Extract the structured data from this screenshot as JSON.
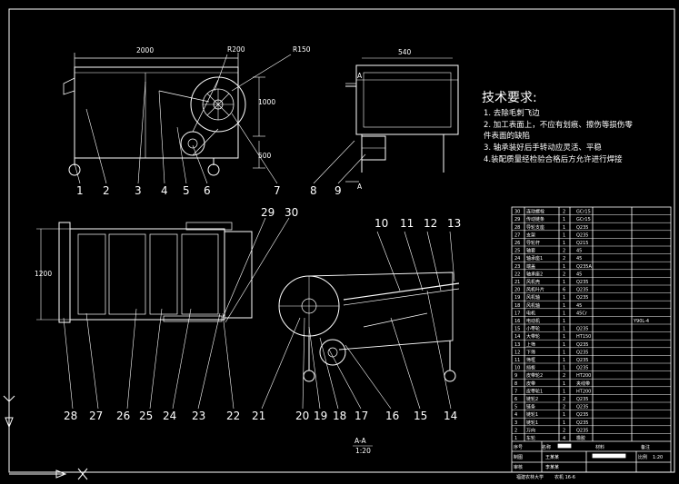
{
  "tech_requirements": {
    "title": "技术要求:",
    "lines": [
      "1. 去除毛刺飞边",
      "2. 加工表面上，不应有划痕、擦伤等损伤零",
      "件表面的缺陷",
      "3. 轴承装好后手转动应灵活、平稳",
      "4.装配质量经检验合格后方允许进行焊接"
    ]
  },
  "dimensions": {
    "top_width": "2000",
    "r200": "R200",
    "r150": "R150",
    "height_1000": "1000",
    "height_500": "500",
    "side_width": "540",
    "plan_width": "1200"
  },
  "section": {
    "marker_a_top": "A",
    "marker_a_bottom": "A",
    "label": "A-A",
    "scale": "1:20"
  },
  "part_numbers": {
    "top": [
      "1",
      "2",
      "3",
      "4",
      "5",
      "6",
      "7",
      "8",
      "9"
    ],
    "side_top": [
      "10",
      "11",
      "12",
      "13"
    ],
    "plan_top": [
      "29",
      "30"
    ],
    "bottom": [
      "28",
      "27",
      "26",
      "25",
      "24",
      "23",
      "22",
      "21",
      "20",
      "19",
      "18",
      "17",
      "16",
      "15",
      "14"
    ]
  },
  "bom": {
    "rows": [
      [
        "30",
        "连动螺栓",
        "2",
        "GCr15"
      ],
      [
        "29",
        "传动链条",
        "1",
        "GCr15"
      ],
      [
        "28",
        "导轮支座",
        "1",
        "Q235"
      ],
      [
        "27",
        "支架",
        "1",
        "Q235"
      ],
      [
        "26",
        "导轮杆",
        "1",
        "Q215"
      ],
      [
        "25",
        "轴套",
        "2",
        "45"
      ],
      [
        "24",
        "轴承座1",
        "2",
        "45"
      ],
      [
        "23",
        "端盖",
        "1",
        "Q235A"
      ],
      [
        "22",
        "轴承座2",
        "2",
        "45"
      ],
      [
        "21",
        "风机壳",
        "1",
        "Q235"
      ],
      [
        "20",
        "风机叶片",
        "6",
        "Q235"
      ],
      [
        "19",
        "风机轴",
        "1",
        "Q235"
      ],
      [
        "18",
        "风机轴",
        "1",
        "45"
      ],
      [
        "17",
        "电机",
        "1",
        "45Cr"
      ],
      [
        "16",
        "电动机",
        "1",
        "Y90L-4"
      ],
      [
        "15",
        "小带轮",
        "1",
        "Q235"
      ],
      [
        "14",
        "大带轮",
        "1",
        "HT150"
      ],
      [
        "13",
        "上筛",
        "1",
        "Q235"
      ],
      [
        "12",
        "下筛",
        "1",
        "Q235"
      ],
      [
        "11",
        "筛框",
        "1",
        "Q235"
      ],
      [
        "10",
        "挡板",
        "1",
        "Q235"
      ],
      [
        "9",
        "皮带轮2",
        "2",
        "HT200"
      ],
      [
        "8",
        "皮带",
        "1",
        "夹线带"
      ],
      [
        "7",
        "皮带轮1",
        "1",
        "HT200"
      ],
      [
        "6",
        "链轮2",
        "2",
        "Q235"
      ],
      [
        "5",
        "链条",
        "2",
        "Q235"
      ],
      [
        "4",
        "链轮1",
        "1",
        "Q235"
      ],
      [
        "3",
        "链轮1",
        "1",
        "Q235"
      ],
      [
        "2",
        "万向",
        "2",
        "Q235"
      ],
      [
        "1",
        "车轮",
        "4",
        "橡胶"
      ]
    ],
    "header": [
      "序号",
      "名称",
      "",
      "材料",
      "备注"
    ],
    "design_label": "制图",
    "design_name": "王某某",
    "check_label": "审核",
    "check_name": "李某某",
    "scale_label": "比例",
    "scale_value": "1:20",
    "school": "福建农林大学",
    "class": "农机 16-6"
  }
}
